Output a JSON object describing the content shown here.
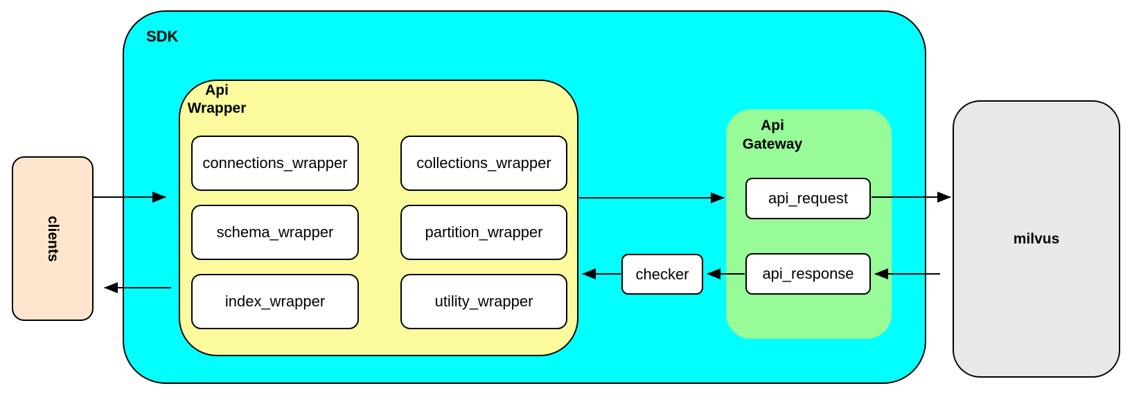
{
  "colors": {
    "cyan": "#00ffff",
    "yellow": "#fbfb9d",
    "green": "#97fb97",
    "peach": "#fde6cd",
    "gray": "#e8e8e8",
    "box-fill": "#ffffff",
    "stroke": "#000000"
  },
  "diagram": {
    "clients_label": "clients",
    "sdk_label": "SDK",
    "api_wrapper_label": "Api\nWrapper",
    "wrapper_boxes": [
      "connections_wrapper",
      "collections_wrapper",
      "schema_wrapper",
      "partition_wrapper",
      "index_wrapper",
      "utility_wrapper"
    ],
    "checker_label": "checker",
    "api_gateway_label": "Api\nGateway",
    "gateway_boxes": [
      "api_request",
      "api_response"
    ],
    "milvus_label": "milvus"
  }
}
